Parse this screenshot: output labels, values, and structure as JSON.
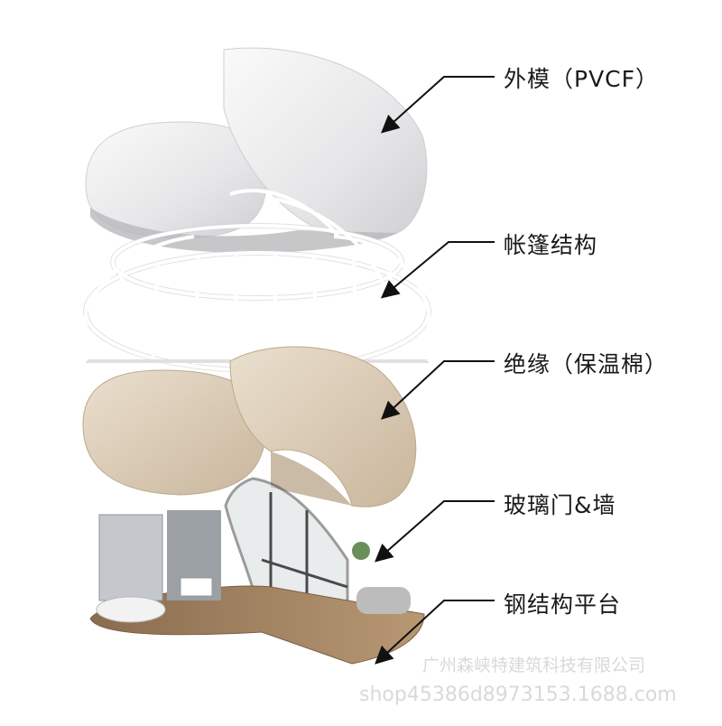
{
  "layers": [
    {
      "id": "outer",
      "label": "外模（PVCF）"
    },
    {
      "id": "frame",
      "label": "帐篷结构"
    },
    {
      "id": "insulation",
      "label": "绝缘（保温棉）"
    },
    {
      "id": "glass",
      "label": "玻璃门&墙"
    },
    {
      "id": "platform",
      "label": "钢结构平台"
    }
  ],
  "watermark": {
    "company": "广州森峡特建筑科技有限公司",
    "shop": "shop45386d8973153.1688.com"
  },
  "colors": {
    "shell": "#e9e9eb",
    "frame": "#ffffff",
    "insulation": "#d9cbb6",
    "floor": "#a98a68",
    "arrow": "#111111"
  }
}
